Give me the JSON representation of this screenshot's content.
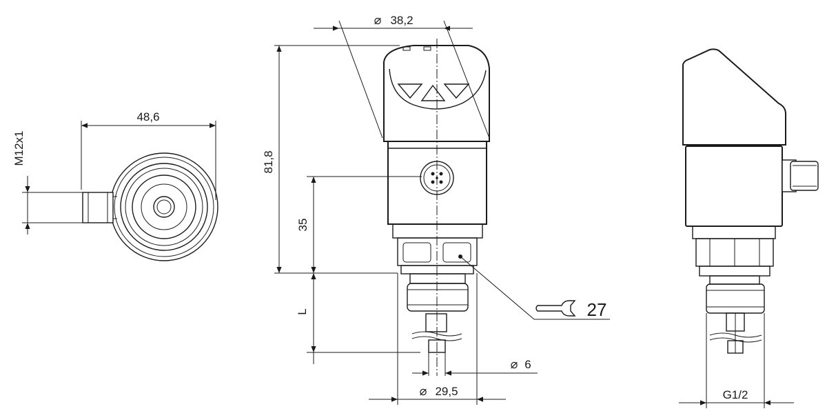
{
  "drawing": {
    "dimensions": {
      "width_48_6": "48,6",
      "thread_m12": "M12x1",
      "dia_38_2": "38,2",
      "height_81_8": "81,8",
      "height_35": "35",
      "length_l": "L",
      "dia_6": "6",
      "dia_29_5": "29,5",
      "thread_g12": "G1/2",
      "wrench_27": "27"
    },
    "symbols": {
      "diameter": "⌀"
    }
  }
}
